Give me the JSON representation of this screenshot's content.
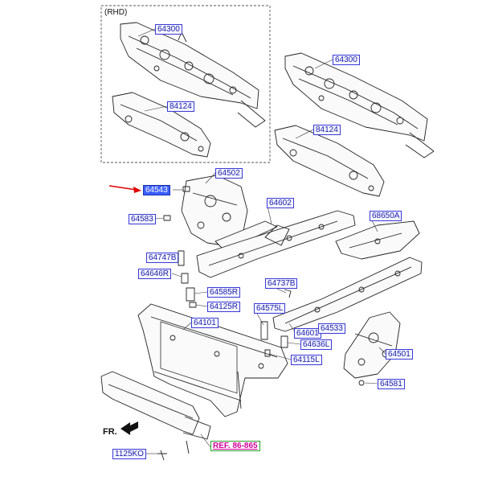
{
  "variant_box": {
    "label": "(RHD)"
  },
  "front_marker": {
    "label": "FR."
  },
  "colors": {
    "highlight": "#3b5fff",
    "arrow": "#e00000",
    "ref_text": "#d0009a",
    "ref_border": "#2aa02a"
  },
  "labels": {
    "p64300_rhd": "64300",
    "p84124_rhd": "84124",
    "p64300": "64300",
    "p84124": "84124",
    "p64543": "64543",
    "p64502": "64502",
    "p64602": "64602",
    "p68650A": "68650A",
    "p64583": "64583",
    "p64747B": "64747B",
    "p64646R": "64646R",
    "p64585R": "64585R",
    "p64125R": "64125R",
    "p64737B": "64737B",
    "p64575L": "64575L",
    "p64101": "64101",
    "p64601": "64601",
    "p64533": "64533",
    "p64636L": "64636L",
    "p64115L": "64115L",
    "p64501": "64501",
    "p64581": "64581",
    "p1125KO": "1125KO",
    "ref": "REF. 86-865"
  }
}
